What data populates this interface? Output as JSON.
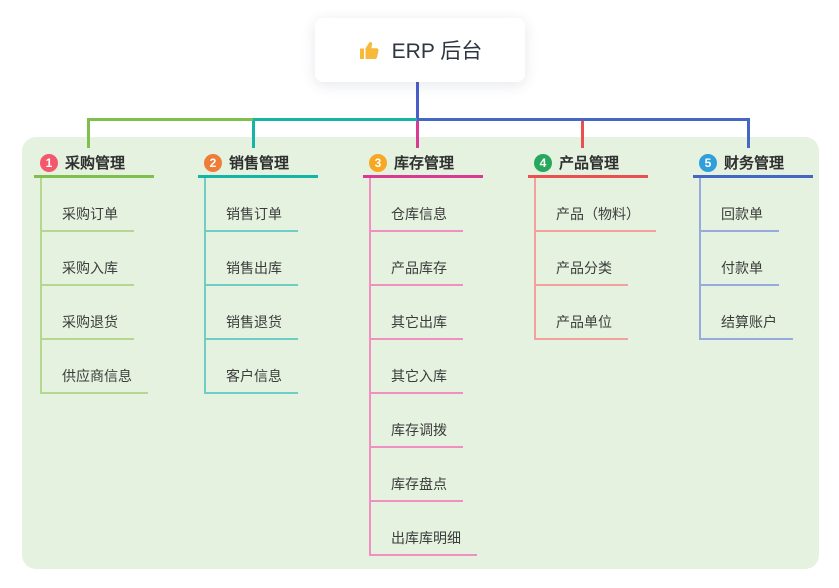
{
  "root": {
    "icon": "thumbs-up-icon",
    "title": "ERP 后台",
    "line_color": "#4a5ecb"
  },
  "panel_color": "#e4f2df",
  "branches": [
    {
      "badge": "1",
      "title": "采购管理",
      "accent": "#7fbf4d",
      "light": "#b3d88e",
      "badge_color": "#f3586d",
      "children": [
        "采购订单",
        "采购入库",
        "采购退货",
        "供应商信息"
      ]
    },
    {
      "badge": "2",
      "title": "销售管理",
      "accent": "#13b5a6",
      "light": "#6fcdc3",
      "badge_color": "#ef7d3a",
      "children": [
        "销售订单",
        "销售出库",
        "销售退货",
        "客户信息"
      ]
    },
    {
      "badge": "3",
      "title": "库存管理",
      "accent": "#d93a92",
      "light": "#f08fc0",
      "badge_color": "#f7a823",
      "children": [
        "仓库信息",
        "产品库存",
        "其它出库",
        "其它入库",
        "库存调拨",
        "库存盘点",
        "出库库明细"
      ]
    },
    {
      "badge": "4",
      "title": "产品管理",
      "accent": "#e95050",
      "light": "#f4a09c",
      "badge_color": "#28a85d",
      "children": [
        "产品（物料）",
        "产品分类",
        "产品单位"
      ]
    },
    {
      "badge": "5",
      "title": "财务管理",
      "accent": "#4467c4",
      "light": "#96abdd",
      "badge_color": "#2e9fdb",
      "children": [
        "回款单",
        "付款单",
        "结算账户"
      ]
    }
  ]
}
